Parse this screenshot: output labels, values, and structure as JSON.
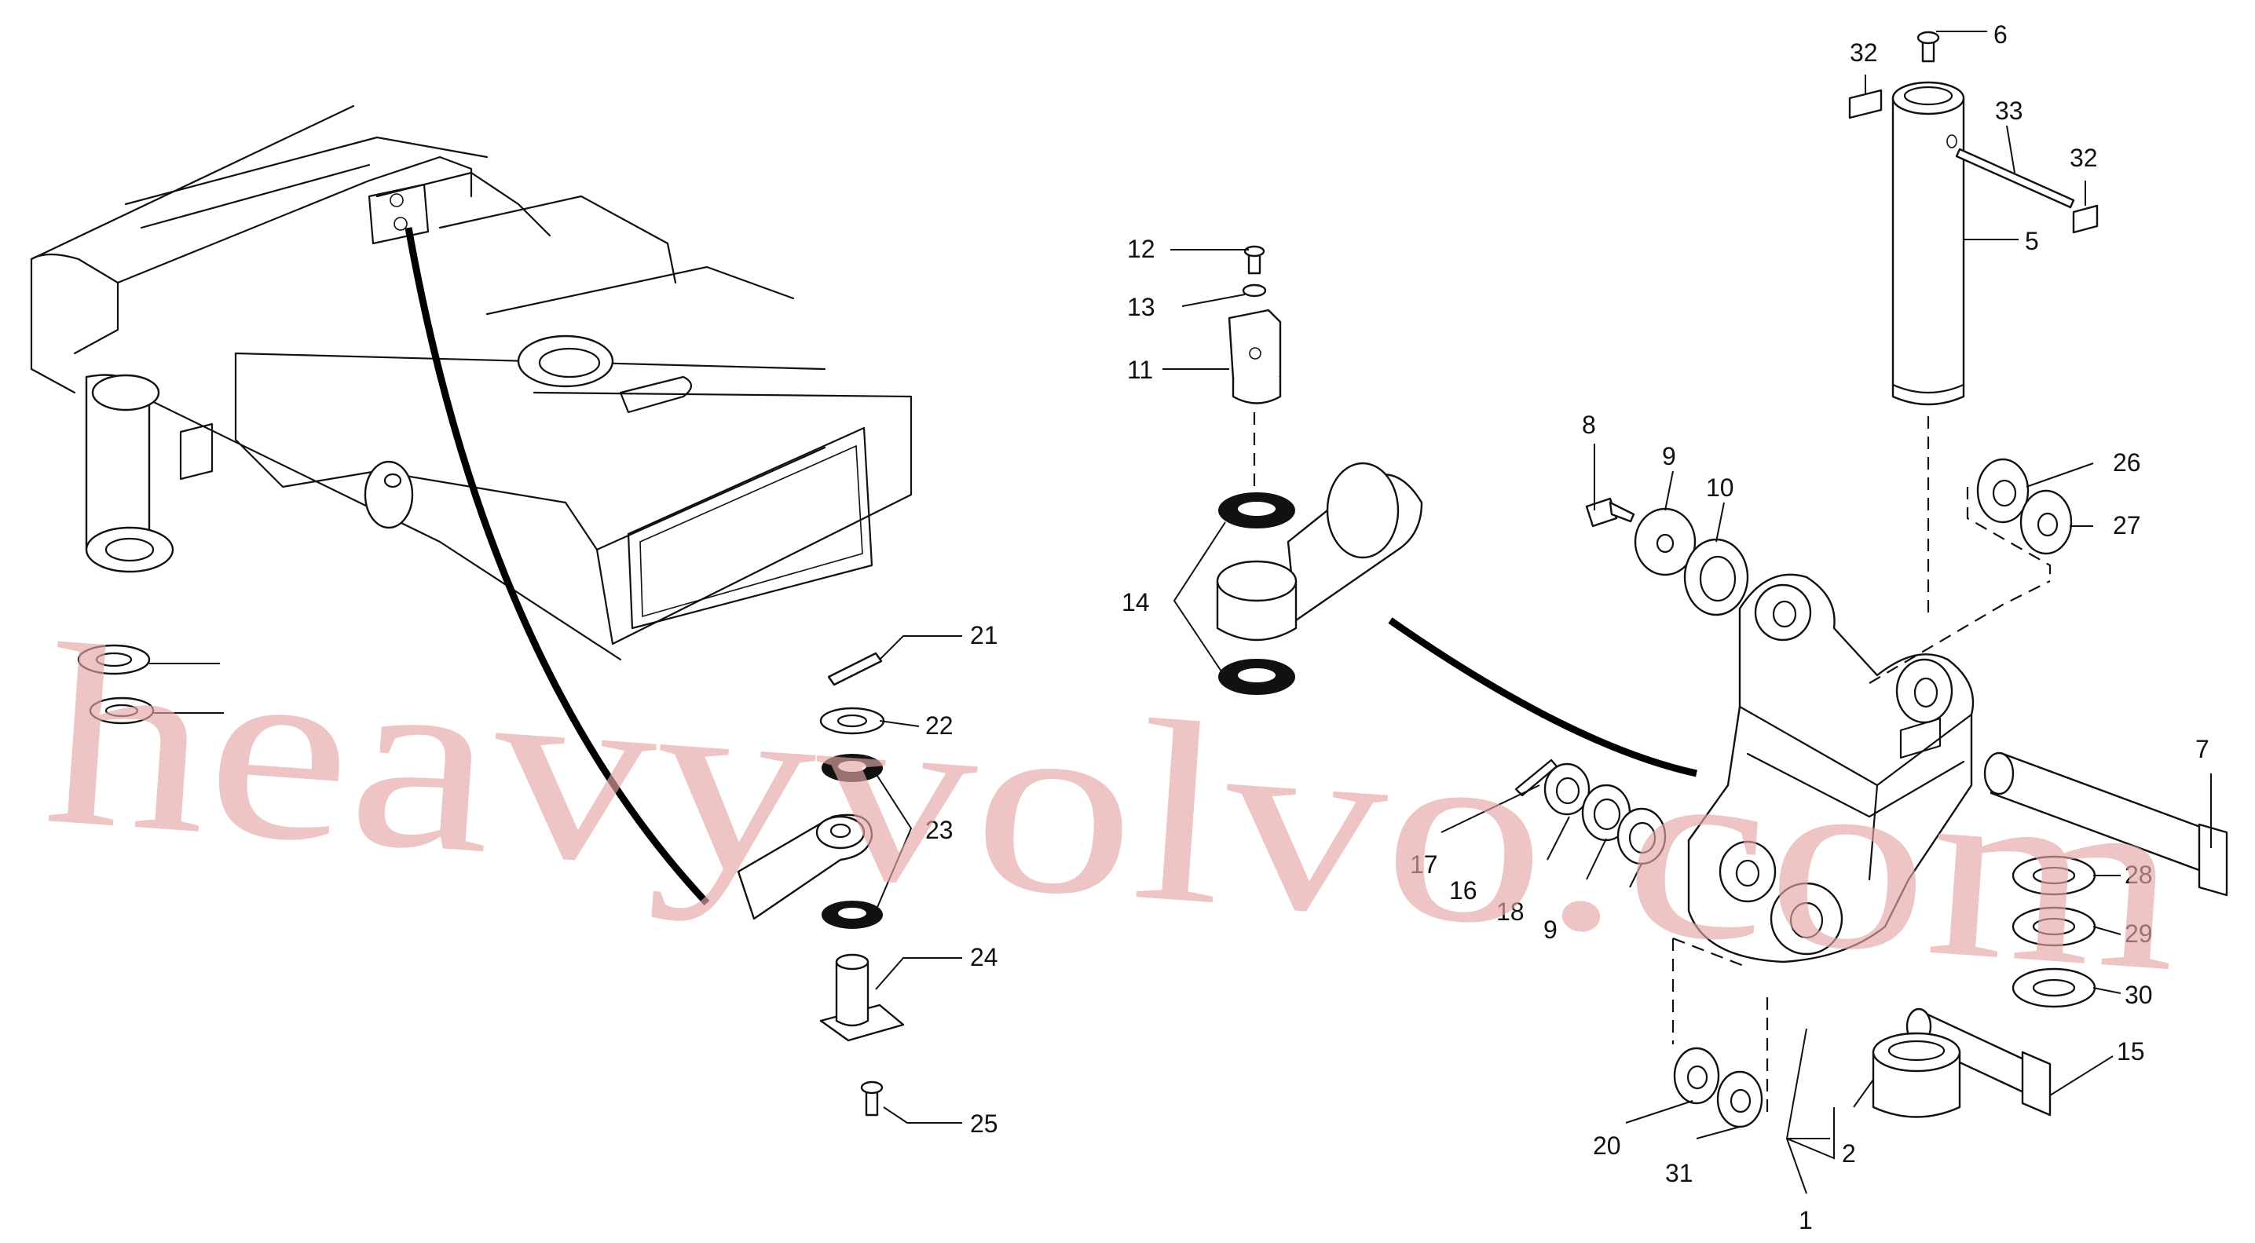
{
  "watermark": "heavyvolvo.com",
  "callouts": [
    {
      "id": "c1",
      "text": "1"
    },
    {
      "id": "c2",
      "text": "2"
    },
    {
      "id": "c5",
      "text": "5"
    },
    {
      "id": "c6",
      "text": "6"
    },
    {
      "id": "c7",
      "text": "7"
    },
    {
      "id": "c8",
      "text": "8"
    },
    {
      "id": "c9a",
      "text": "9"
    },
    {
      "id": "c9b",
      "text": "9"
    },
    {
      "id": "c10",
      "text": "10"
    },
    {
      "id": "c11",
      "text": "11"
    },
    {
      "id": "c12",
      "text": "12"
    },
    {
      "id": "c13",
      "text": "13"
    },
    {
      "id": "c14",
      "text": "14"
    },
    {
      "id": "c15",
      "text": "15"
    },
    {
      "id": "c16",
      "text": "16"
    },
    {
      "id": "c17",
      "text": "17"
    },
    {
      "id": "c18",
      "text": "18"
    },
    {
      "id": "c20",
      "text": "20"
    },
    {
      "id": "c21",
      "text": "21"
    },
    {
      "id": "c22",
      "text": "22"
    },
    {
      "id": "c23",
      "text": "23"
    },
    {
      "id": "c24",
      "text": "24"
    },
    {
      "id": "c25",
      "text": "25"
    },
    {
      "id": "c26",
      "text": "26"
    },
    {
      "id": "c27",
      "text": "27"
    },
    {
      "id": "c28",
      "text": "28"
    },
    {
      "id": "c29",
      "text": "29"
    },
    {
      "id": "c30",
      "text": "30"
    },
    {
      "id": "c31",
      "text": "31"
    },
    {
      "id": "c32a",
      "text": "32"
    },
    {
      "id": "c32b",
      "text": "32"
    },
    {
      "id": "c33",
      "text": "33"
    }
  ]
}
